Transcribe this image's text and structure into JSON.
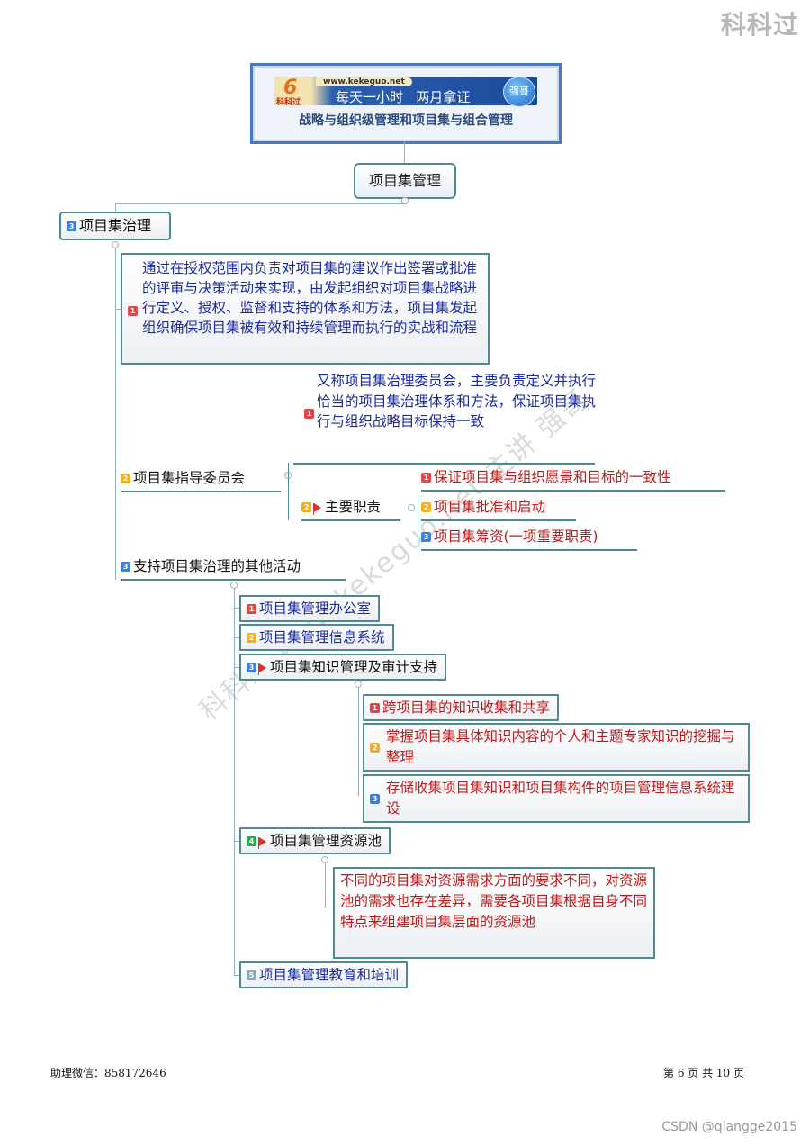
{
  "corner_brand": "科科过",
  "banner": {
    "logo_letter": "6",
    "logo_text": "科科过",
    "url": "www.kekeguo.net",
    "slogan": "每天一小时   两月拿证",
    "badge": "强哥",
    "title": "战略与组织级管理和项目集与组合管理"
  },
  "central_topic": "项目集管理",
  "main_topic": {
    "priority": "3",
    "label": "项目集治理"
  },
  "governance": {
    "definition": {
      "priority": "1",
      "text": "通过在授权范围内负责对项目集的建议作出签署或批准的评审与决策活动来实现，由发起组织对项目集战略进行定义、授权、监督和支持的体系和方法，项目集发起组织确保项目集被有效和持续管理而执行的实战和流程"
    },
    "steering_committee": {
      "priority": "2",
      "label": "项目集指导委员会",
      "description": {
        "priority": "1",
        "text": "又称项目集治理委员会，主要负责定义并执行恰当的项目集治理体系和方法，保证项目集执行与组织战略目标保持一致"
      },
      "duties": {
        "priority": "2",
        "label": "主要职责",
        "items": [
          {
            "priority": "1",
            "text": "保证项目集与组织愿景和目标的一致性"
          },
          {
            "priority": "2",
            "text": "项目集批准和启动"
          },
          {
            "priority": "3",
            "text": "项目集筹资(一项重要职责)"
          }
        ]
      }
    },
    "other_activities": {
      "priority": "3",
      "label": "支持项目集治理的其他活动",
      "items": [
        {
          "priority": "1",
          "label": "项目集管理办公室"
        },
        {
          "priority": "2",
          "label": "项目集管理信息系统"
        },
        {
          "priority": "3",
          "label": "项目集知识管理及审计支持",
          "children": [
            {
              "priority": "1",
              "text": "跨项目集的知识收集和共享"
            },
            {
              "priority": "2",
              "text": "掌握项目集具体知识内容的个人和主题专家知识的挖掘与整理"
            },
            {
              "priority": "3",
              "text": "存储收集项目集知识和项目集构件的项目管理信息系统建设"
            }
          ]
        },
        {
          "priority": "4",
          "label": "项目集管理资源池",
          "description": "不同的项目集对资源需求方面的要求不同，对资源池的需求也存在差异，需要各项目集根据自身不同特点来组建项目集层面的资源池"
        },
        {
          "priority": "5",
          "label": "项目集管理教育和培训"
        }
      ]
    }
  },
  "watermark": "科科过 www.kekeguo.net 主讲 强哥",
  "footer": {
    "contact": "助理微信：858172646",
    "page_info": "第 6 页 共 10 页"
  },
  "csdn_credit": "CSDN @qiangge2015",
  "colors": {
    "node_border": "#4f8a8f",
    "blue_text": "#1a2aa0",
    "red_text": "#c01818",
    "connector": "#8fb0c8",
    "banner_border": "#4a7ab8"
  }
}
